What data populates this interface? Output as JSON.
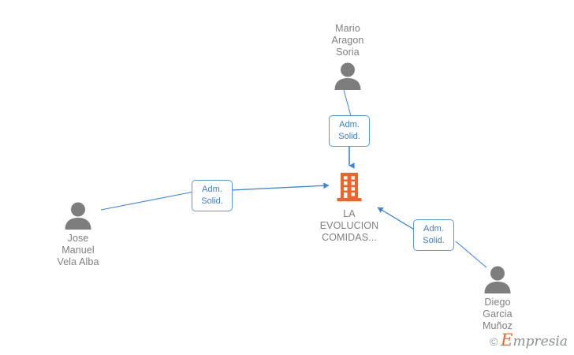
{
  "graph": {
    "company": {
      "name": "LA\nEVOLUCION\nCOMIDAS...",
      "icon": "building-icon",
      "color": "#f4622c"
    },
    "people": [
      {
        "id": "mario-aragon-soria",
        "name": "Mario\nAragon\nSoria",
        "icon": "person-icon",
        "relation": "Adm.\nSolid."
      },
      {
        "id": "jose-manuel-vela-alba",
        "name": "Jose\nManuel\nVela  Alba",
        "icon": "person-icon",
        "relation": "Adm.\nSolid."
      },
      {
        "id": "diego-garcia-munoz",
        "name": "Diego\nGarcia\nMuñoz",
        "icon": "person-icon",
        "relation": "Adm.\nSolid."
      }
    ],
    "edge_color": "#3d85d8",
    "node_text_color": "#808080"
  },
  "watermark": {
    "copyright": "©",
    "brand_initial": "E",
    "brand_rest": "mpresia"
  }
}
